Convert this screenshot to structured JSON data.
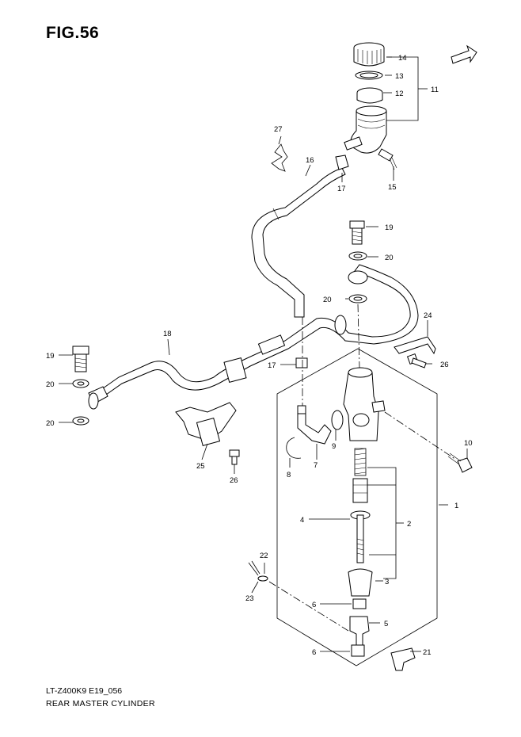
{
  "figure": {
    "title": "FIG.56",
    "model_code": "LT-Z400K9 E19_056",
    "caption": "REAR MASTER CYLINDER",
    "fwd_label": "FWD"
  },
  "part_labels": {
    "p1": "1",
    "p2": "2",
    "p3": "3",
    "p4": "4",
    "p5": "5",
    "p6a": "6",
    "p6b": "6",
    "p7": "7",
    "p8": "8",
    "p9": "9",
    "p10": "10",
    "p11": "11",
    "p12": "12",
    "p13": "13",
    "p14": "14",
    "p15": "15",
    "p16": "16",
    "p17a": "17",
    "p17b": "17",
    "p18": "18",
    "p19a": "19",
    "p19b": "19",
    "p20a": "20",
    "p20b": "20",
    "p20c": "20",
    "p20d": "20",
    "p21": "21",
    "p22": "22",
    "p23": "23",
    "p24": "24",
    "p25": "25",
    "p26a": "26",
    "p26b": "26",
    "p27": "27"
  }
}
